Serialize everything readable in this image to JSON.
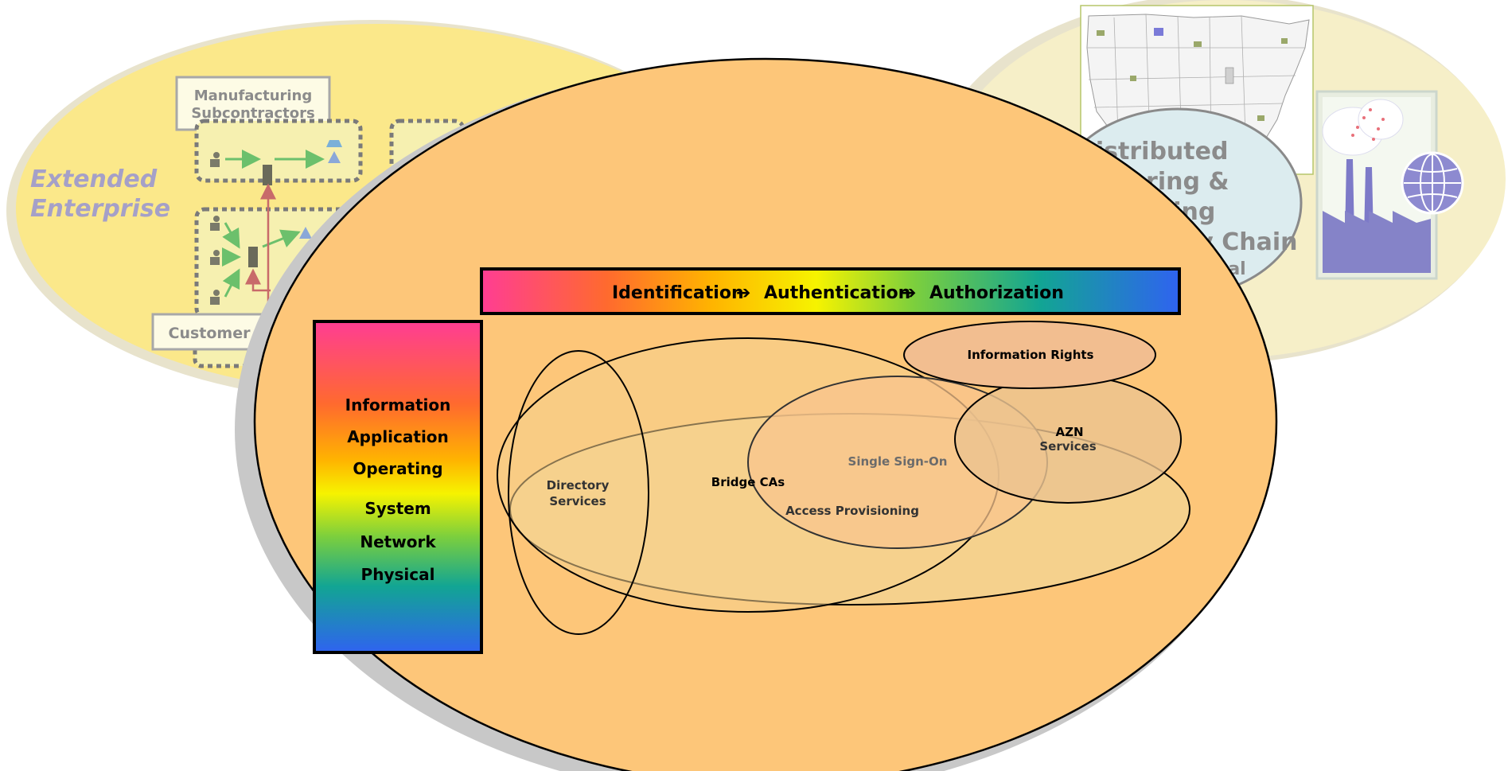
{
  "extended_enterprise": {
    "title_line1": "Extended",
    "title_line2": "Enterprise",
    "box_manufacturing_line1": "Manufacturing",
    "box_manufacturing_line2": "Subcontractors",
    "box_customer": "Customer"
  },
  "distributed": {
    "line1": "Distributed",
    "line2": "neering &",
    "line3": "cturing",
    "line4": "ly Chain",
    "line5": "ional"
  },
  "banner": {
    "step1": "Identification",
    "arrow1": "➔",
    "step2": "Authentication",
    "arrow2": "➔",
    "step3": "Authorization"
  },
  "layers": [
    "Information",
    "Application",
    "Operating",
    "System",
    "Network",
    "Physical"
  ],
  "venn": {
    "information_rights": "Information Rights",
    "azn_line1": "AZN",
    "azn_line2": "Services",
    "single_sign_on": "Single Sign-On",
    "bridge_cas": "Bridge CAs",
    "access_provisioning": "Access Provisioning",
    "directory_line1": "Directory",
    "directory_line2": "Services"
  },
  "colors": {
    "extended_fill": "#fbe88a",
    "main_fill": "#fdc679",
    "distributed_fill": "#dcecef",
    "right_bg_fill": "#f6efc8",
    "gradient": [
      "#ff3d93",
      "#ff6a2e",
      "#ffb400",
      "#f6f300",
      "#7ccf3d",
      "#12a593",
      "#2f63f0"
    ]
  }
}
